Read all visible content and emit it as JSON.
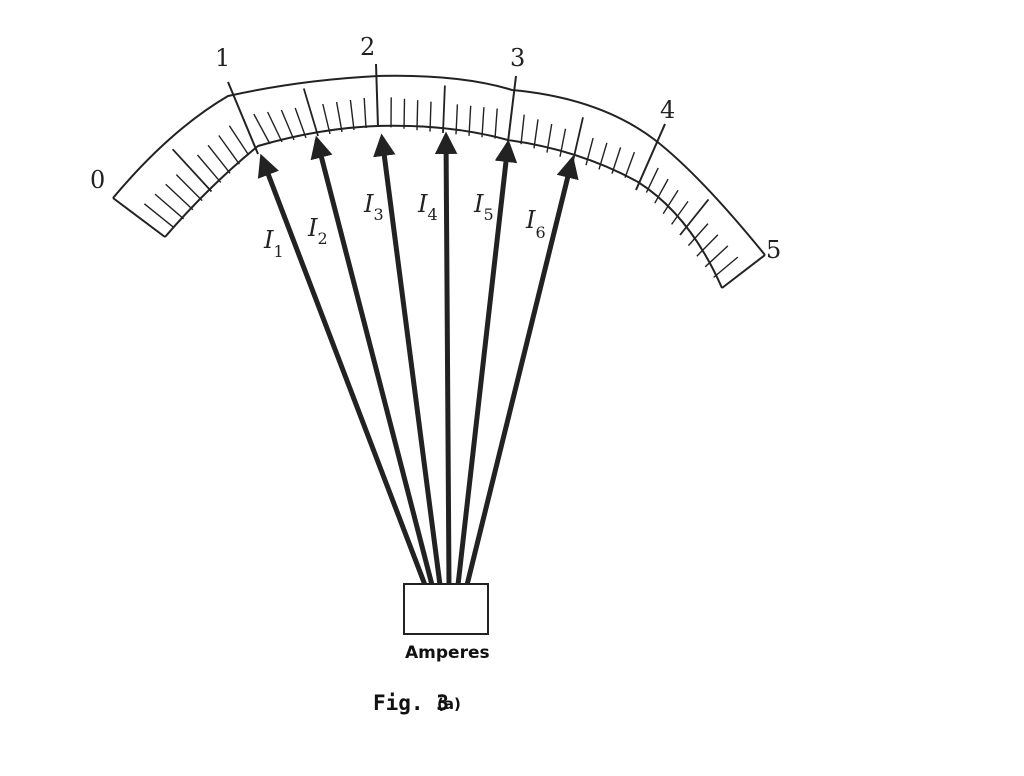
{
  "scale": {
    "numbers": [
      "0",
      "1",
      "2",
      "3",
      "4",
      "5"
    ]
  },
  "currents": [
    {
      "letter": "I",
      "sub": "1"
    },
    {
      "letter": "I",
      "sub": "2"
    },
    {
      "letter": "I",
      "sub": "3"
    },
    {
      "letter": "I",
      "sub": "4"
    },
    {
      "letter": "I",
      "sub": "5"
    },
    {
      "letter": "I",
      "sub": "6"
    }
  ],
  "meter": {
    "label": "Amperes"
  },
  "caption": {
    "main": "Fig. 3",
    "sub": "(a)"
  },
  "colors": {
    "ink": "#222222",
    "background": "#ffffff"
  }
}
